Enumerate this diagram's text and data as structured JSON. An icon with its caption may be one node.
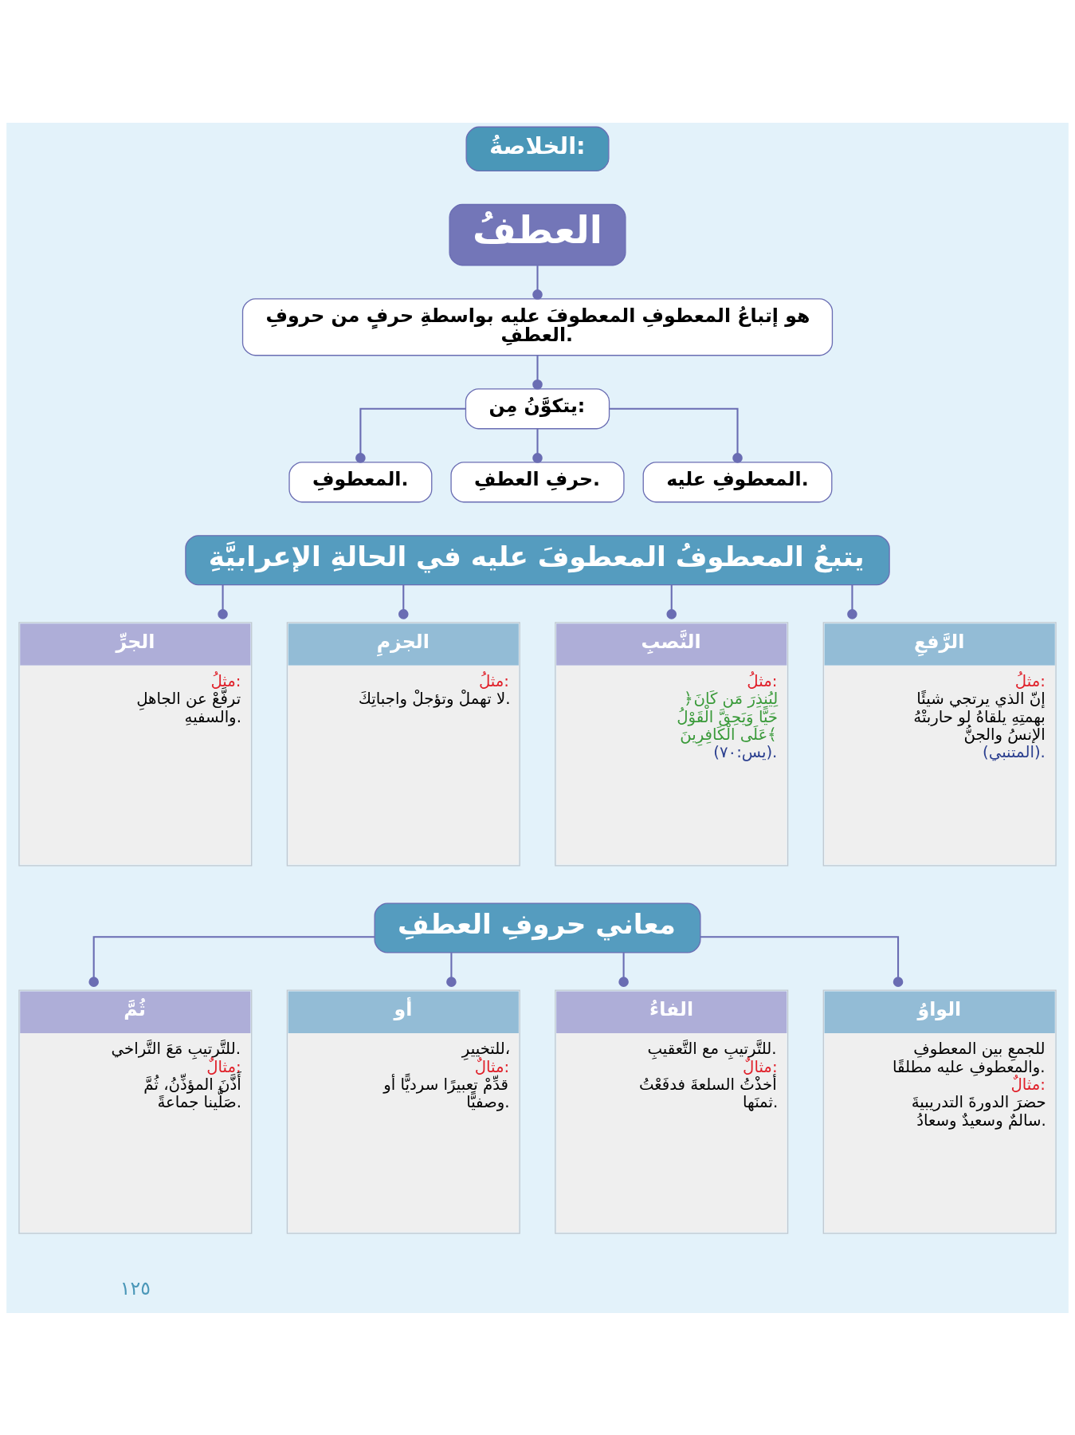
{
  "diagram": {
    "nodes": [
      {
        "text": [
          "الخلاصةُ:"
        ]
      },
      {
        "text": [
          "العطفُ"
        ]
      },
      {
        "text": [
          "هو إتباعُ المعطوفِ المعطوفَ عليه بواسطةِ حرفٍ من حروفِ العطفِ."
        ]
      },
      {
        "text": [
          "يتكوَّنُ مِن:"
        ]
      },
      {
        "text": [
          "المعطوفِ عليه."
        ]
      },
      {
        "text": [
          "حرفِ العطفِ."
        ]
      },
      {
        "text": [
          "المعطوفِ."
        ]
      },
      {
        "text": [
          "يتبعُ المعطوفُ المعطوفَ عليه في الحالةِ الإعرابيَّةِ"
        ]
      },
      {
        "text": [
          "الرَّفعِ",
          "مثلُ:",
          "إنّ الذي يرتجي شيئًا بهمتِهِ يلقاهُ لو حاربتْهُ الإنسُ والجنُّ",
          "(المتنبي)."
        ]
      },
      {
        "text": [
          "النَّصبِ",
          "مثلُ:",
          "﴿لِيُنذِرَ مَن كَانَ حَيًّا وَيَحِقَّ الْقَوْلُ عَلَى الْكَافِرِينَ﴾",
          "(يس:٧٠)."
        ]
      },
      {
        "text": [
          "الجزمِ",
          "مثلُ:",
          "لا تهملْ وتؤجلْ واجباتِكَ."
        ]
      },
      {
        "text": [
          "الجرِّ",
          "مثلُ:",
          "ترفَّعْ عن الجاهلِ والسفيهِ."
        ]
      },
      {
        "text": [
          "معاني حروفِ العطفِ"
        ]
      },
      {
        "text": [
          "الواوُ",
          "للجمعِ بين المعطوفِ والمعطوفِ عليه مطلقًا.",
          "مثالٌ:",
          "حضرَ الدورةَ التدريبيةَ سالمٌ وسعيدٌ وسعادُ."
        ]
      },
      {
        "text": [
          "الفاءُ",
          "للتَّرتيبِ مع التَّعقيبِ.",
          "مثالٌ:",
          "أخذْتُ السلعةَ فدفَعْتُ ثمنَها."
        ]
      },
      {
        "text": [
          "أو",
          "للتخييرِ،",
          "مثالٌ:",
          "قدِّمْ تعبيرًا سرديًّا أو وصفيًّا."
        ]
      },
      {
        "text": [
          "ثُمَّ",
          "للتَّرتيبِ مَعَ التَّراخي.",
          "مثالٌ:",
          "أَذَّنَ المؤذِّنُ، ثُمَّ صَلَّينا جماعةً."
        ]
      }
    ],
    "edges": [
      {
        "from": 1,
        "to": 2,
        "arrow": "other"
      },
      {
        "from": 2,
        "to": 3,
        "arrow": "other"
      },
      {
        "from": 3,
        "to": 4,
        "arrow": "other"
      },
      {
        "from": 3,
        "to": 5,
        "arrow": "other"
      },
      {
        "from": 3,
        "to": 6,
        "arrow": "other"
      },
      {
        "from": 7,
        "to": 8,
        "arrow": "other"
      },
      {
        "from": 7,
        "to": 9,
        "arrow": "other"
      },
      {
        "from": 7,
        "to": 10,
        "arrow": "other"
      },
      {
        "from": 7,
        "to": 11,
        "arrow": "other"
      },
      {
        "from": 12,
        "to": 13,
        "arrow": "other"
      },
      {
        "from": 12,
        "to": 14,
        "arrow": "other"
      },
      {
        "from": 12,
        "to": 15,
        "arrow": "other"
      },
      {
        "from": 12,
        "to": 16,
        "arrow": "other"
      }
    ],
    "labels": [
      "١٢٥"
    ]
  }
}
